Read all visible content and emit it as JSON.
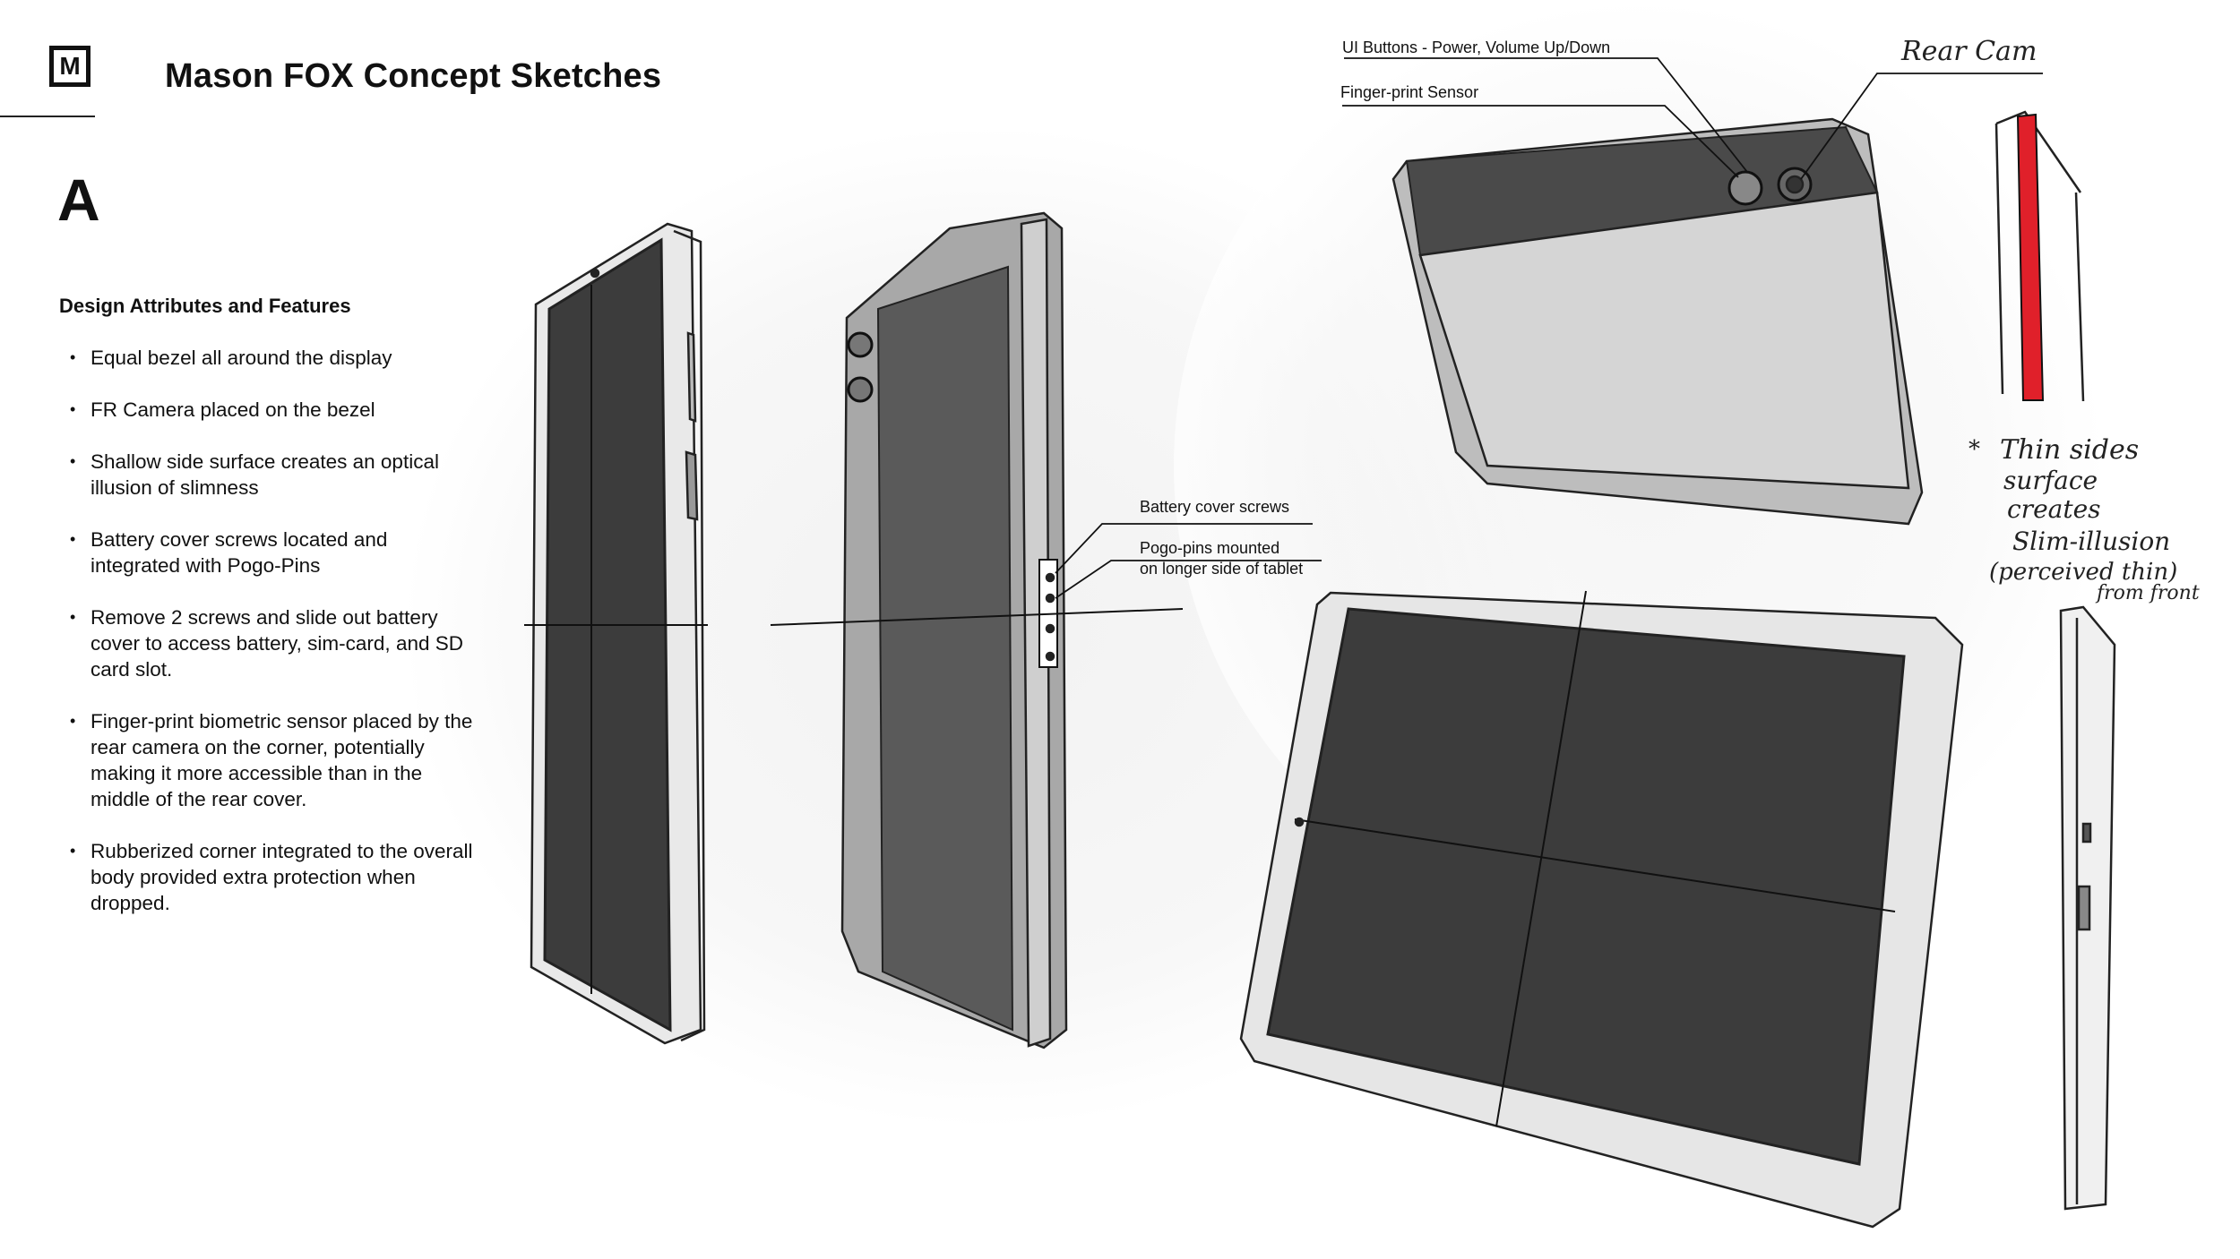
{
  "header": {
    "logo_letter": "M",
    "title": "Mason FOX Concept Sketches",
    "section_letter": "A"
  },
  "features": {
    "heading": "Design Attributes and Features",
    "items": [
      "Equal bezel all around the display",
      "FR Camera placed on the bezel",
      "Shallow side surface creates an optical illusion of slimness",
      "Battery cover screws located and integrated with Pogo-Pins",
      "Remove 2 screws and slide out battery cover to access battery, sim-card, and SD card slot.",
      "Finger-print biometric sensor placed by the rear camera on the corner, potentially making it more accessible than in the middle of the rear cover.",
      "Rubberized corner integrated to the overall body provided extra protection when dropped."
    ]
  },
  "callouts": {
    "ui_buttons": "UI Buttons - Power, Volume Up/Down",
    "fingerprint": "Finger-print Sensor",
    "battery_screws": "Battery cover screws",
    "pogo_line1": "Pogo-pins mounted",
    "pogo_line2": "on longer side of tablet"
  },
  "handwritten": {
    "rear_cam": "Rear Cam",
    "note_line1": "Thin sides",
    "note_line2": "surface",
    "note_line3": "creates",
    "note_line4": "Slim-illusion",
    "note_line5": "(perceived thin)",
    "note_line6": "from front"
  },
  "colors": {
    "screen": "#3c3c3c",
    "accent_red": "#e0202a"
  }
}
